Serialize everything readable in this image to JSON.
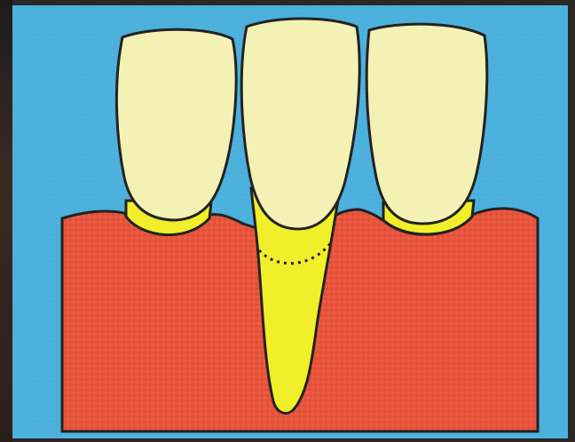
{
  "diagram": {
    "colors": {
      "background": "#4bb0dc",
      "gum": "#e8553d",
      "gum_texture": "#d9432f",
      "crown": "#f3f1b4",
      "root": "#f1ee2a",
      "outline": "#222222",
      "frame": "#2b2724"
    },
    "elements": [
      "left-tooth",
      "center-tooth",
      "right-tooth",
      "gum-tissue",
      "exposed-root",
      "dotted-line"
    ]
  }
}
